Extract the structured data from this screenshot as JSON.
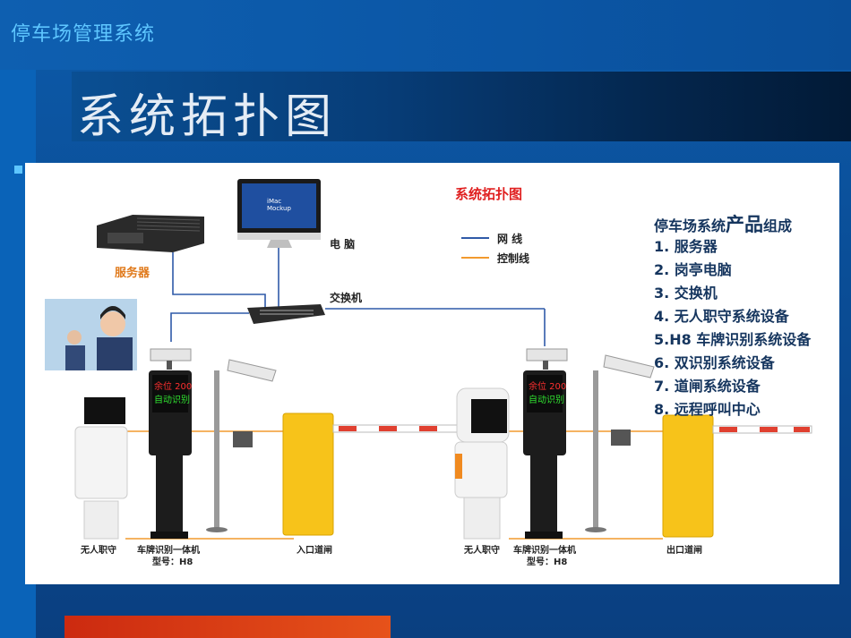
{
  "header": {
    "app_title": "停车场管理系统"
  },
  "slide": {
    "title": "系统拓扑图"
  },
  "diagram": {
    "title": "系统拓扑图",
    "legend": [
      {
        "label": "网 线",
        "color": "#2f5aa8"
      },
      {
        "label": "控制线",
        "color": "#f29a2e"
      }
    ],
    "labels": {
      "server": "服务器",
      "computer": "电 脑",
      "switch": "交换机",
      "unattended_left": "无人职守",
      "plate_unit_left": "车牌识别一体机",
      "model_left": "型号：H8",
      "entry_gate": "入口道闸",
      "unattended_right": "无人职守",
      "plate_unit_right": "车牌识别一体机",
      "model_right": "型号：H8",
      "exit_gate": "出口道闸",
      "monitor_screen_line1": "iMac",
      "monitor_screen_line2": "Mockup",
      "display_line1": "余位 200",
      "display_line2": "自动识别"
    }
  },
  "products": {
    "heading_prefix": "停车场系统",
    "heading_big": "产品",
    "heading_suffix": "组成",
    "items": [
      "1. 服务器",
      "2. 岗亭电脑",
      "3. 交换机",
      "4. 无人职守系统设备",
      "5.H8 车牌识别系统设备",
      "6. 双识别系统设备",
      "7. 道闸系统设备",
      "8. 远程呼叫中心"
    ]
  }
}
